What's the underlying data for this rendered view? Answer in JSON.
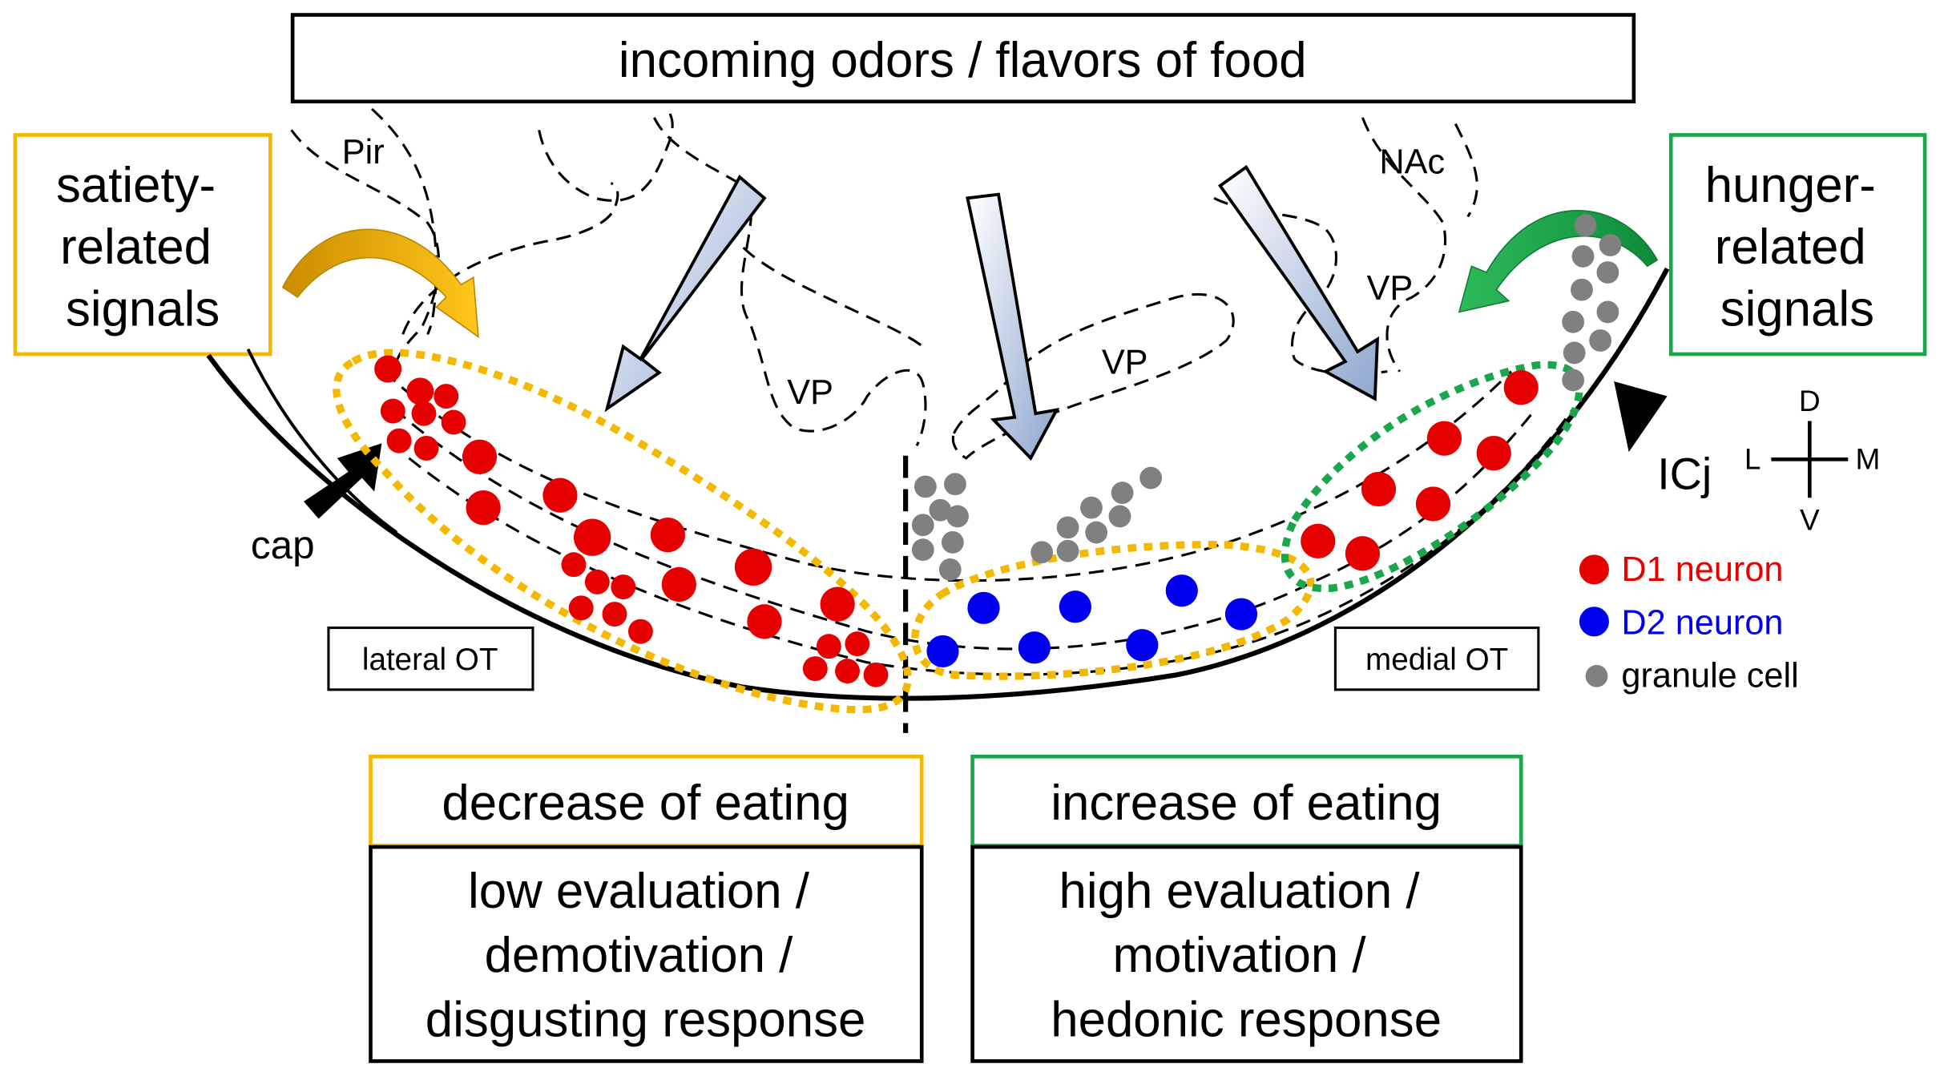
{
  "top_box": {
    "text": "incoming odors / flavors of food"
  },
  "satiety_box": {
    "line1": "satiety-",
    "line2": "related",
    "line3": "signals",
    "color": "#f5b800"
  },
  "hunger_box": {
    "line1": "hunger-",
    "line2": "related",
    "line3": "signals",
    "color": "#1aa64a"
  },
  "regions": {
    "pir": "Pir",
    "nac": "NAc",
    "vp": "VP",
    "cap": "cap",
    "icj": "ICj"
  },
  "ot_labels": {
    "lateral": "lateral OT",
    "medial": "medial OT"
  },
  "axes": {
    "dorsal": "D",
    "ventral": "V",
    "lateral": "L",
    "medial": "M"
  },
  "legend": {
    "d1": {
      "label": "D1 neuron",
      "color": "#e60000"
    },
    "d2": {
      "label": "D2 neuron",
      "color": "#0000ee"
    },
    "granule": {
      "label": "granule cell",
      "color": "#808080"
    }
  },
  "decrease": {
    "title": "decrease of eating",
    "line1": "low evaluation /",
    "line2": "demotivation /",
    "line3": "disgusting response"
  },
  "increase": {
    "title": "increase of eating",
    "line1": "high evaluation /",
    "line2": "motivation /",
    "line3": "hedonic response"
  }
}
